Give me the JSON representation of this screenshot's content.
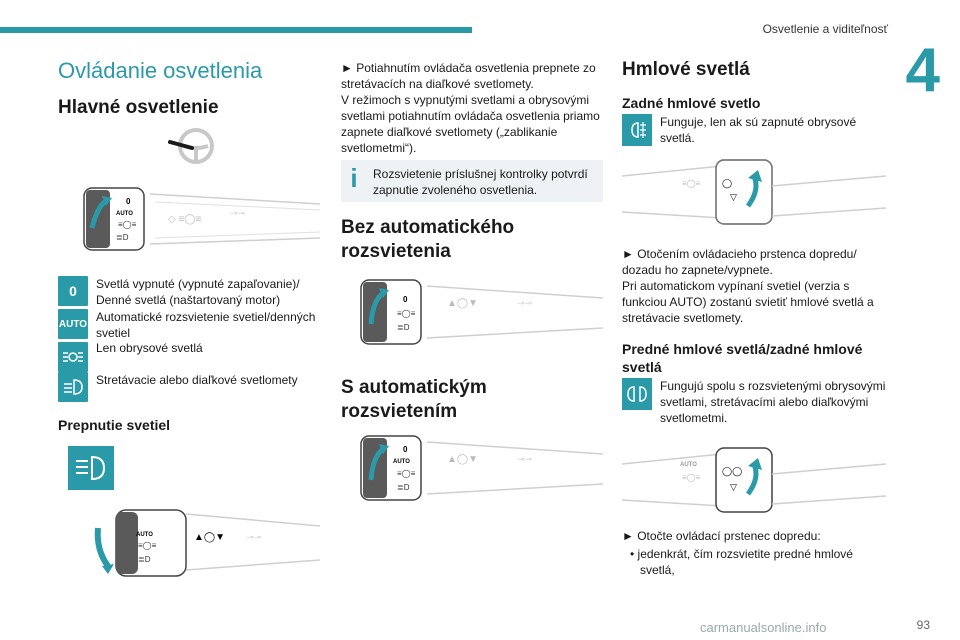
{
  "header": {
    "section": "Osvetlenie a viditeľnosť",
    "chapter": "4",
    "page": "93"
  },
  "col1": {
    "title": "Ovládanie osvetlenia",
    "heading_main": "Hlavné osvetlenie",
    "legend": [
      {
        "icon": "zero-icon",
        "text": "Svetlá vypnuté (vypnuté zapaľovanie)/ Denné svetlá (naštartovaný motor)"
      },
      {
        "icon": "auto-icon",
        "text": "Automatické rozsvietenie svetiel/denných svetiel"
      },
      {
        "icon": "position-lights-icon",
        "text": "Len obrysové svetlá"
      },
      {
        "icon": "headlights-icon",
        "text": "Stretávacie alebo diaľkové svetlomety"
      }
    ],
    "auto_label": "AUTO",
    "zero_label": "0",
    "heading_switch": "Prepnutie svetiel"
  },
  "col2": {
    "para1": "► Potiahnutím ovládača osvetlenia prepnete zo stretávacích na diaľkové svetlomety.",
    "para2": "V režimoch s vypnutými svetlami a obrysovými svetlami potiahnutím ovládača osvetlenia priamo zapnete diaľkové svetlomety („zablikanie svetlometmi“).",
    "info": "Rozsvietenie príslušnej kontrolky potvrdí zapnutie zvoleného osvetlenia.",
    "heading_no_auto": "Bez automatického rozsvietenia",
    "heading_auto": "S automatickým rozsvietením"
  },
  "col3": {
    "heading_fog": "Hmlové svetlá",
    "heading_rear": "Zadné hmlové svetlo",
    "rear_text": "Funguje, len ak sú zapnuté obrysové svetlá.",
    "rear_para1": "► Otočením ovládacieho prstenca dopredu/ dozadu ho zapnete/vypnete.",
    "rear_para2": "Pri automatickom vypínaní svetiel (verzia s funkciou AUTO) zostanú svietiť hmlové svetlá a stretávacie svetlomety.",
    "heading_front": "Predné hmlové svetlá/zadné hmlové svetlá",
    "front_text": "Fungujú spolu s rozsvietenými obrysovými svetlami, stretávacími alebo diaľkovými svetlometmi.",
    "front_para1": "► Otočte ovládací prstenec dopredu:",
    "front_bullet": "• jedenkrát, čím rozsvietite predné hmlové svetlá,"
  },
  "watermark": "carmanualsonline.info",
  "colors": {
    "accent": "#2a9aa8",
    "info_bg": "#eef2f4"
  }
}
